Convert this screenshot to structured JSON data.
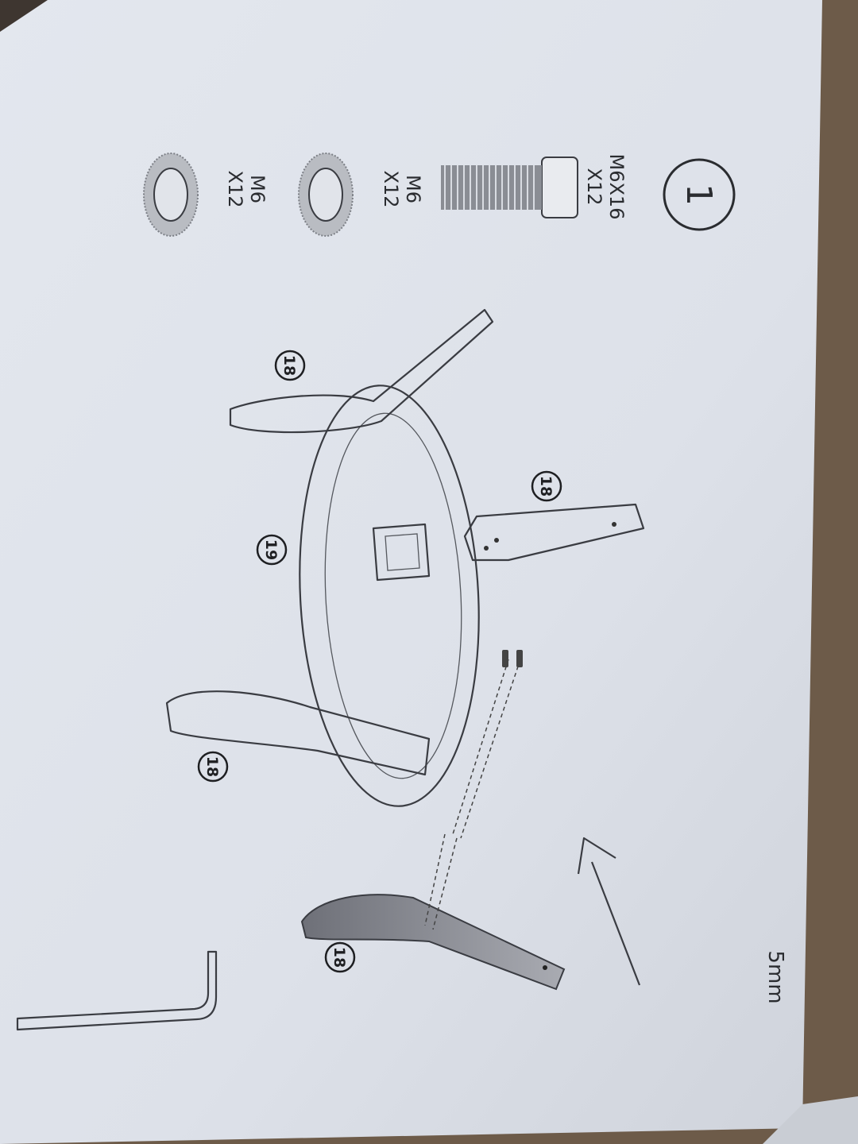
{
  "step": {
    "number": "1"
  },
  "hardware": [
    {
      "name": "bolt",
      "size": "M6X16",
      "qty": "X12"
    },
    {
      "name": "washer",
      "size": "M6",
      "qty": "X12"
    },
    {
      "name": "washer",
      "size": "M6",
      "qty": "X12"
    }
  ],
  "parts": {
    "leg": "18",
    "base_ring": "19"
  },
  "tool": {
    "size": "5mm"
  },
  "colors": {
    "paper": "#dfe3ea",
    "ink": "#2a2c30",
    "background": "#6b5a48"
  }
}
